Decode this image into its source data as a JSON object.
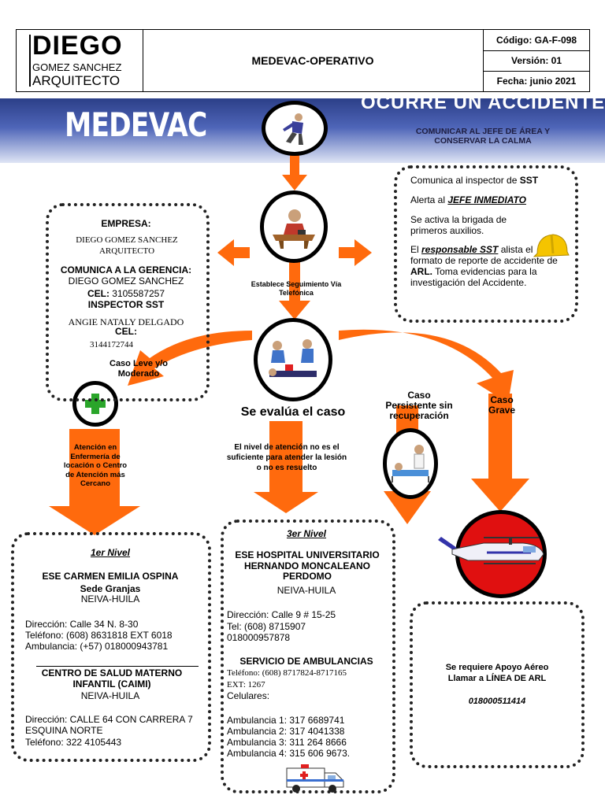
{
  "header": {
    "logo_line1": "DIEGO",
    "logo_line2": "GOMEZ SANCHEZ",
    "logo_line3": "ARQUITECTO",
    "title": "MEDEVAC-OPERATIVO",
    "codigo": "Código: GA-F-098",
    "version": "Versión: 01",
    "fecha": "Fecha: junio 2021"
  },
  "banner": {
    "medevac": "MEDEVAC",
    "ocurre": "OCURRE UN ACCIDENTE",
    "comunicar": "COMUNICAR AL JEFE DE ÁREA Y CONSERVAR LA CALMA"
  },
  "right_box": {
    "line1_pre": "Comunica al inspector de ",
    "line1_bold": "SST",
    "line2_pre": "Alerta al ",
    "line2_bold": "JEFE INMEDIATO",
    "line3": "Se activa la brigada de primeros auxilios.",
    "line4_pre": "El ",
    "line4_bold": "responsable SST",
    "line4_mid": " alista el formato de reporte de accidente de ",
    "line4_arl": "ARL.",
    "line4_post": " Toma evidencias para la investigación del Accidente."
  },
  "left_box": {
    "empresa_label": "EMPRESA:",
    "empresa_name": "DIEGO GOMEZ SANCHEZ ARQUITECTO",
    "comunica_label": "COMUNICA A LA GERENCIA:",
    "gerente": "DIEGO GOMEZ SANCHEZ",
    "cel_label": "CEL:",
    "cel_value": " 3105587257",
    "inspector_label": "INSPECTOR SST",
    "inspector_name": "ANGIE NATALY DELGADO",
    "cel2_label": "CEL:",
    "cel2_value": "3144172744"
  },
  "flow": {
    "seguimiento": "Establece Seguimiento Vía Telefónica",
    "caso_leve": "Caso Leve y/o Moderado",
    "se_evalua": "Se evalúa el caso",
    "caso_persistente": "Caso Persistente sin recuperación",
    "caso_grave": "Caso Grave",
    "atencion_enfermeria": "Atención en Enfermería de locación o Centro de Atención más Cercano",
    "nivel_no_suficiente": "El nivel de atención no es el suficiente para atender la lesión o no es resuelto"
  },
  "nivel1": {
    "title": "1er Nivel",
    "h1_name": "ESE CARMEN EMILIA OSPINA",
    "h1_sede": "Sede Granjas",
    "h1_city": "NEIVA-HUILA",
    "h1_dir": "Dirección: Calle 34 N. 8-30",
    "h1_tel": "Teléfono: (608) 8631818 EXT 6018",
    "h1_amb": "Ambulancia: (+57) 018000943781",
    "h2_name": "CENTRO DE SALUD MATERNO INFANTIL (CAIMI)",
    "h2_city": "NEIVA-HUILA",
    "h2_dir": "Dirección: CALLE 64 CON CARRERA 7 ESQUINA NORTE",
    "h2_tel": "Teléfono: 322 4105443"
  },
  "nivel3": {
    "title": "3er Nivel",
    "name": "ESE HOSPITAL UNIVERSITARIO HERNANDO MONCALEANO PERDOMO",
    "city": "NEIVA-HUILA",
    "dir": "Dirección: Calle 9 # 15-25",
    "tel": "Tel: (608) 8715907",
    "tel2": "018000957878",
    "amb_title": "SERVICIO DE AMBULANCIAS",
    "amb_tel": "Teléfono: (608) 8717824-8717165",
    "amb_ext": "EXT: 1267",
    "celulares": "Celulares:",
    "amb1": "Ambulancia 1: 317 6689741",
    "amb2": "Ambulancia 2: 317 4041338",
    "amb3": "Ambulancia 3: 311 264 8666",
    "amb4": "Ambulancia 4: 315 606 9673."
  },
  "aereo": {
    "line1": "Se requiere Apoyo Aéreo",
    "line2": "Llamar a LÍNEA DE ARL",
    "phone": "018000511414"
  },
  "colors": {
    "arrow": "#ff6a0d",
    "banner_dark": "#2c3f88",
    "red_circle": "#e01010",
    "cross": "#2aa52a"
  }
}
